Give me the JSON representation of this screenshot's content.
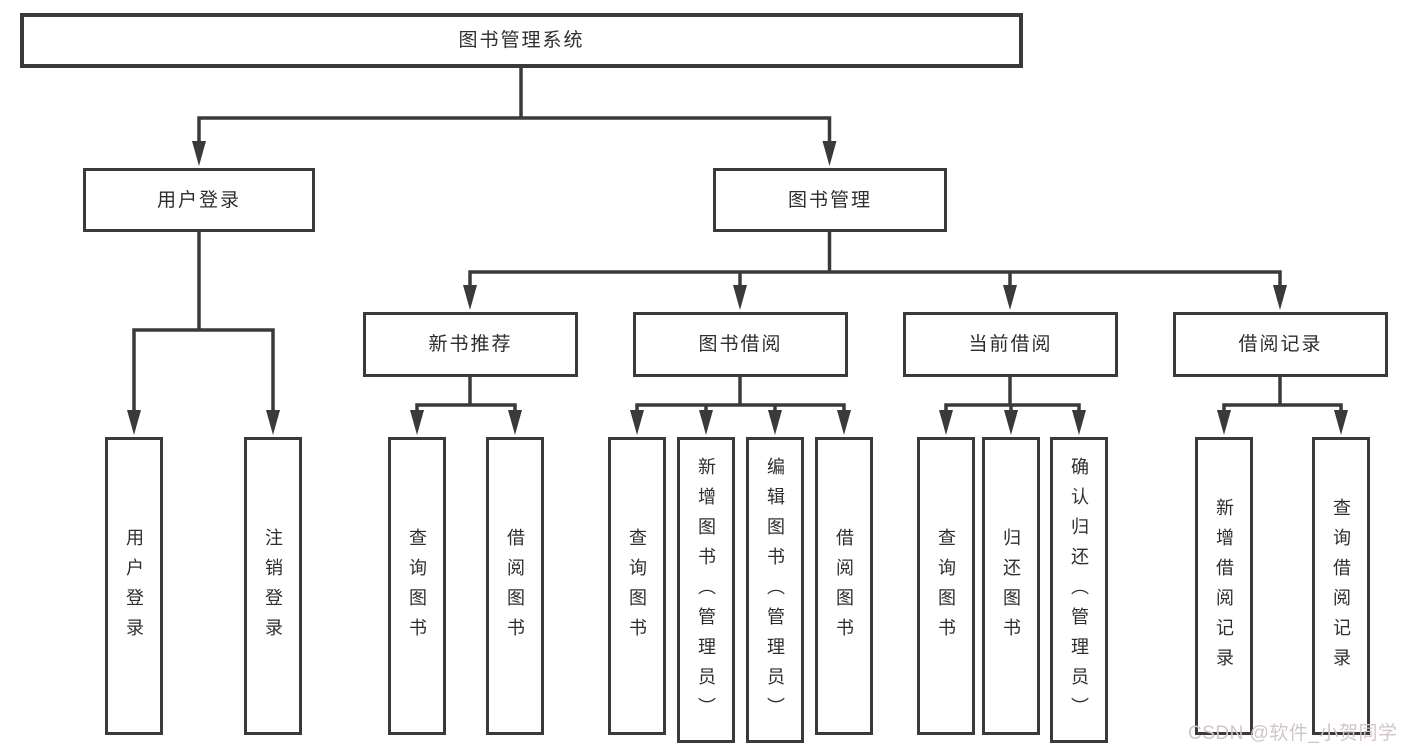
{
  "diagram": {
    "root_label": "图书管理系统",
    "branches": [
      {
        "label": "用户登录",
        "leaves": [
          "用户登录",
          "注销登录"
        ]
      },
      {
        "label": "图书管理",
        "groups": [
          {
            "label": "新书推荐",
            "leaves": [
              "查询图书",
              "借阅图书"
            ]
          },
          {
            "label": "图书借阅",
            "leaves": [
              "查询图书",
              "新增图书（管理员）",
              "编辑图书（管理员）",
              "借阅图书"
            ]
          },
          {
            "label": "当前借阅",
            "leaves": [
              "查询图书",
              "归还图书",
              "确认归还（管理员）"
            ]
          },
          {
            "label": "借阅记录",
            "leaves": [
              "新增借阅记录",
              "查询借阅记录"
            ]
          }
        ]
      }
    ]
  },
  "watermark": {
    "text": "CSDN @软件_小贺同学"
  },
  "colors": {
    "line": "#3a3a3a",
    "text": "#2e2e2e",
    "watermark": "#d1c4cb",
    "background": "#ffffff"
  }
}
